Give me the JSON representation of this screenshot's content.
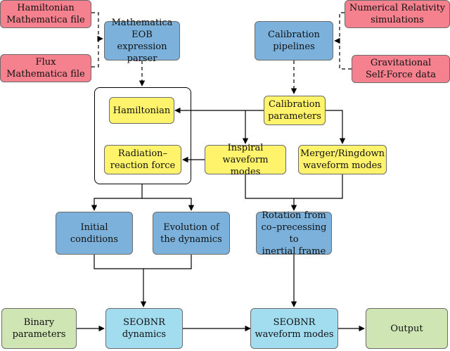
{
  "nodes": {
    "hamiltonian_file": "Hamiltonian\nMathematica file",
    "flux_file": "Flux\nMathematica file",
    "parser": "Mathematica\nEOB expression\nparser",
    "calibration_pipelines": "Calibration\npipelines",
    "nr_simulations": "Numerical Relativity\nsimulations",
    "gsf_data": "Gravitational\nSelf-Force data",
    "hamiltonian": "Hamiltonian",
    "calibration_parameters": "Calibration\nparameters",
    "radiation_reaction": "Radiation–\nreaction force",
    "inspiral_modes": "Inspiral\nwaveform modes",
    "merger_modes": "Merger/Ringdown\nwaveform modes",
    "initial_conditions": "Initial\nconditions",
    "evolution": "Evolution of\nthe dynamics",
    "rotation": "Rotation from\nco–precessing to\ninertial frame",
    "binary_parameters": "Binary\nparameters",
    "seobnr_dynamics": "SEOBNR\ndynamics",
    "seobnr_modes": "SEOBNR\nwaveform modes",
    "output": "Output"
  },
  "colors": {
    "input": "#f4818d",
    "process": "#7bb1da",
    "parameter": "#fff36b",
    "endpoint": "#cfe5b4",
    "model": "#a2dcef"
  }
}
